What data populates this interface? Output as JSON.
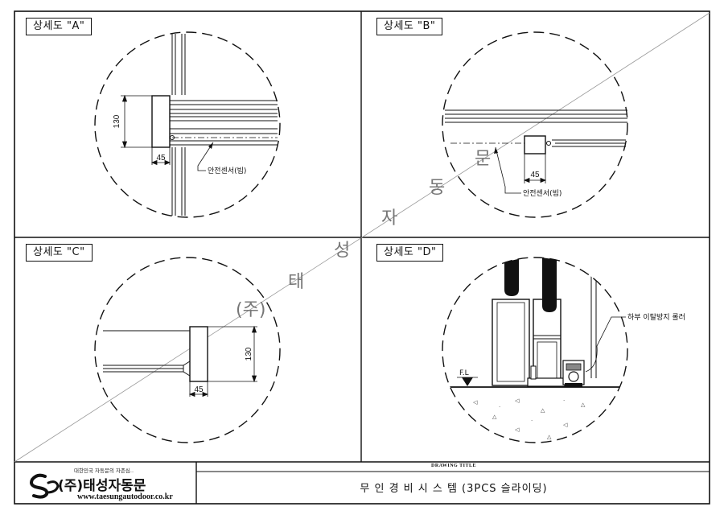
{
  "details": [
    {
      "tag": "상세도 \"A\"",
      "dim_height": "130",
      "dim_width": "45",
      "callout": "안전센서(빔)"
    },
    {
      "tag": "상세도 \"B\"",
      "dim_width": "45",
      "callout": "안전센서(빔)"
    },
    {
      "tag": "상세도 \"C\"",
      "dim_height": "130",
      "dim_width": "45"
    },
    {
      "tag": "상세도 \"D\"",
      "floor_label": "F.L",
      "callout": "하부 이탈방지 롤러"
    }
  ],
  "watermark": [
    "(주)",
    "태",
    "성",
    "자",
    "동",
    "문"
  ],
  "title_block": {
    "tagline": "대한민국 자동문의 자존심..",
    "company": "(주)태성자동문",
    "website": "www.taesungautodoor.co.kr",
    "drawing_title_label": "DRAWING TITLE",
    "drawing_title": "무 인 경 비 시 스 템 (3PCS 슬라이딩)"
  }
}
